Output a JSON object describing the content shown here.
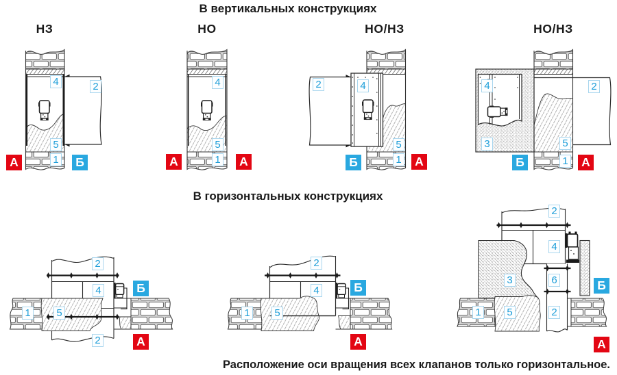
{
  "sections": {
    "vertical": {
      "title": "В вертикальных конструкциях"
    },
    "horizontal": {
      "title": "В горизонтальных конструкциях"
    }
  },
  "note": "Расположение оси вращения всех клапанов только горизонтальное.",
  "colors": {
    "marker_red": "#e30613",
    "marker_blue": "#29a8e0",
    "number_blue": "#1e9ed9"
  },
  "diagrams": [
    {
      "id": "v1",
      "type_label": "НЗ",
      "markers": [
        {
          "text": "4",
          "kind": "num"
        },
        {
          "text": "2",
          "kind": "num"
        },
        {
          "text": "5",
          "kind": "num"
        },
        {
          "text": "1",
          "kind": "num"
        },
        {
          "text": "А",
          "kind": "red"
        },
        {
          "text": "Б",
          "kind": "blue"
        }
      ]
    },
    {
      "id": "v2",
      "type_label": "НО",
      "markers": [
        {
          "text": "4",
          "kind": "num"
        },
        {
          "text": "5",
          "kind": "num"
        },
        {
          "text": "1",
          "kind": "num"
        },
        {
          "text": "А",
          "kind": "red"
        },
        {
          "text": "А",
          "kind": "red"
        }
      ]
    },
    {
      "id": "v3",
      "type_label": "НО/НЗ",
      "markers": [
        {
          "text": "2",
          "kind": "num"
        },
        {
          "text": "4",
          "kind": "num"
        },
        {
          "text": "5",
          "kind": "num"
        },
        {
          "text": "1",
          "kind": "num"
        },
        {
          "text": "Б",
          "kind": "blue"
        },
        {
          "text": "А",
          "kind": "red"
        }
      ]
    },
    {
      "id": "v4",
      "type_label": "НО/НЗ",
      "markers": [
        {
          "text": "4",
          "kind": "num"
        },
        {
          "text": "2",
          "kind": "num"
        },
        {
          "text": "3",
          "kind": "num"
        },
        {
          "text": "5",
          "kind": "num"
        },
        {
          "text": "1",
          "kind": "num"
        },
        {
          "text": "Б",
          "kind": "blue"
        },
        {
          "text": "А",
          "kind": "red"
        }
      ]
    },
    {
      "id": "h1",
      "markers": [
        {
          "text": "2",
          "kind": "num"
        },
        {
          "text": "4",
          "kind": "num"
        },
        {
          "text": "1",
          "kind": "num"
        },
        {
          "text": "5",
          "kind": "num"
        },
        {
          "text": "2",
          "kind": "num"
        },
        {
          "text": "Б",
          "kind": "blue"
        },
        {
          "text": "А",
          "kind": "red"
        }
      ]
    },
    {
      "id": "h2",
      "markers": [
        {
          "text": "2",
          "kind": "num"
        },
        {
          "text": "4",
          "kind": "num"
        },
        {
          "text": "1",
          "kind": "num"
        },
        {
          "text": "5",
          "kind": "num"
        },
        {
          "text": "Б",
          "kind": "blue"
        },
        {
          "text": "А",
          "kind": "red"
        }
      ]
    },
    {
      "id": "h3",
      "markers": [
        {
          "text": "2",
          "kind": "num"
        },
        {
          "text": "4",
          "kind": "num"
        },
        {
          "text": "3",
          "kind": "num"
        },
        {
          "text": "6",
          "kind": "num"
        },
        {
          "text": "1",
          "kind": "num"
        },
        {
          "text": "5",
          "kind": "num"
        },
        {
          "text": "2",
          "kind": "num"
        },
        {
          "text": "Б",
          "kind": "blue"
        },
        {
          "text": "А",
          "kind": "red"
        }
      ]
    }
  ]
}
